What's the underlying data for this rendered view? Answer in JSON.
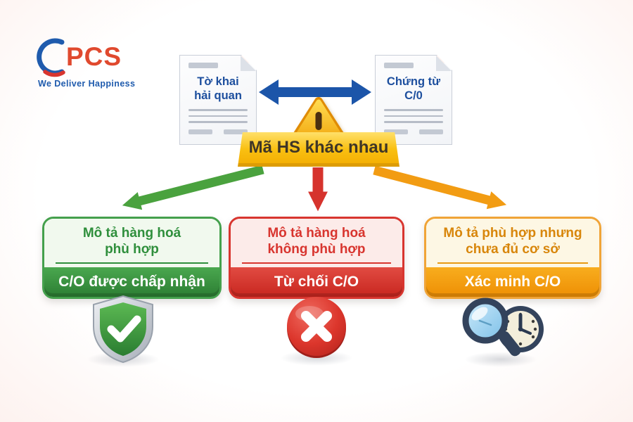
{
  "logo": {
    "name": "PCS",
    "tagline": "We Deliver Happiness"
  },
  "documents": {
    "left": {
      "line1": "Tờ khai",
      "line2": "hải quan"
    },
    "right": {
      "line1": "Chứng từ",
      "line2": "C/0"
    }
  },
  "banner": {
    "label": "Mã HS khác nhau"
  },
  "warning": {
    "icon": "exclamation-triangle"
  },
  "outcomes": [
    {
      "id": "accepted",
      "condition_line1": "Mô tả hàng hoá",
      "condition_line2": "phù hợp",
      "result": "C/O được chấp nhận",
      "icon": "shield-check",
      "accent": "#2f8f3c"
    },
    {
      "id": "rejected",
      "condition_line1": "Mô tả hàng hoá",
      "condition_line2": "không phù hợp",
      "result": "Từ chối C/O",
      "icon": "cross-circle",
      "accent": "#d8352f"
    },
    {
      "id": "verify",
      "condition_line1": "Mô tả phù hợp nhưng",
      "condition_line2": "chưa đủ cơ sở",
      "result": "Xác minh C/O",
      "icon": "magnifier-clock",
      "accent": "#ef9414"
    }
  ],
  "colors": {
    "blue_arrow": "#1c55a9",
    "green_arrow": "#4aa23e",
    "red_arrow": "#d6332d",
    "orange_arrow": "#f29c13",
    "banner_gold": "#f6b703"
  }
}
